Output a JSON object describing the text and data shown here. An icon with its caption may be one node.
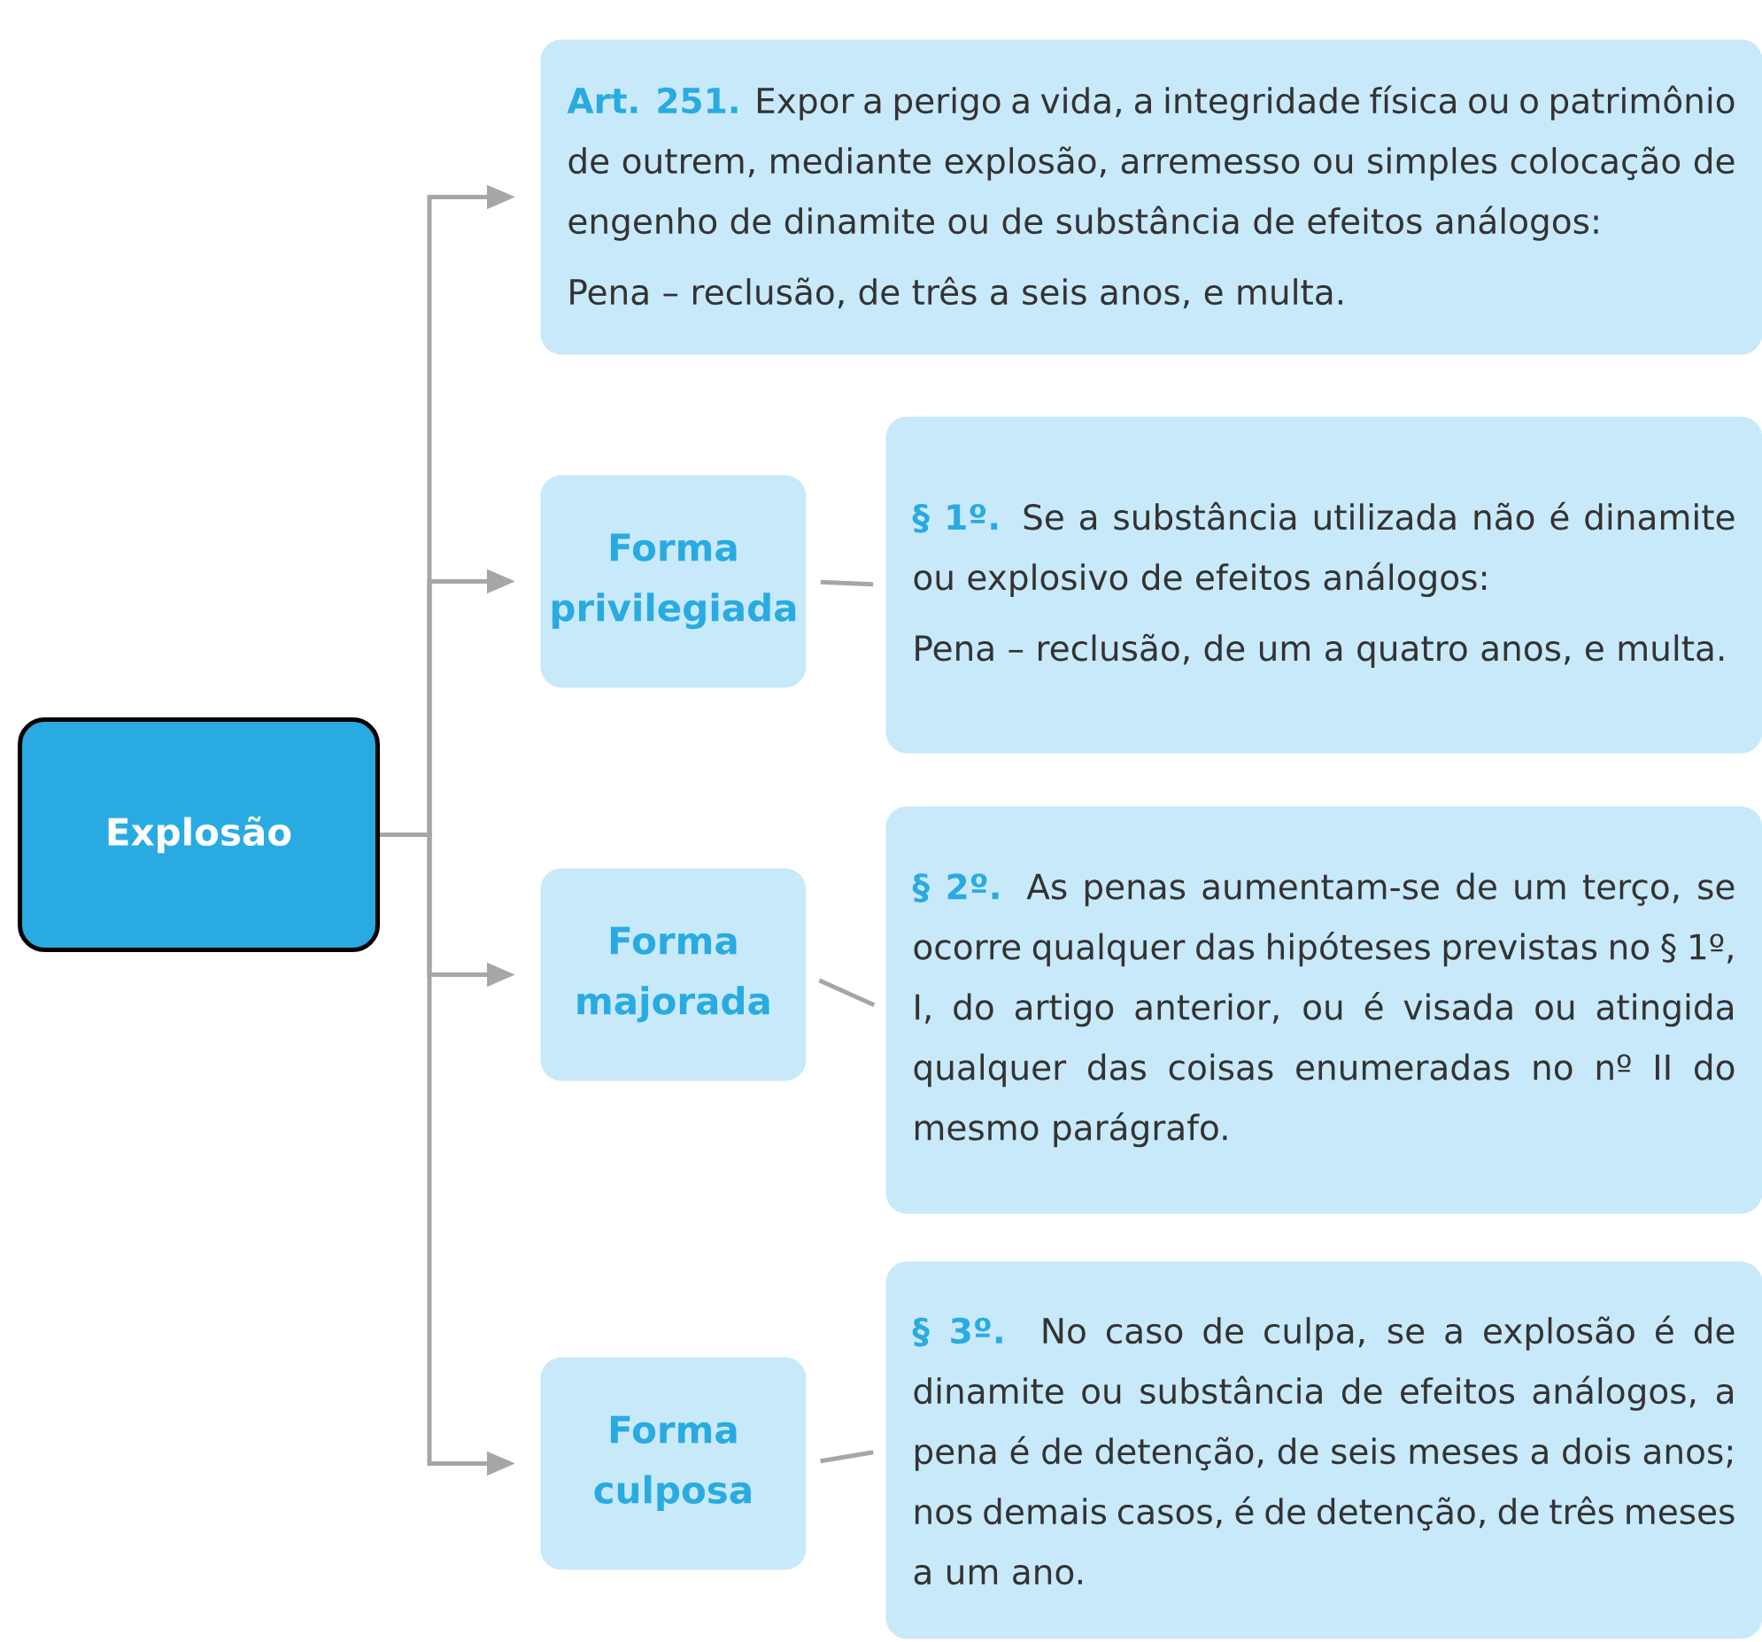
{
  "diagram": {
    "nodes": [
      {
        "text": [
          "Explosão"
        ]
      },
      {
        "text": [
          "Art. 251.",
          "Expor a perigo a vida, a integridade física ou o patrimônio de outrem, mediante explosão, arremesso ou simples colocação de engenho de dinamite ou de substância de efeitos análogos:",
          "Pena – reclusão, de três a seis anos, e multa."
        ]
      },
      {
        "text": [
          "Forma privilegiada"
        ]
      },
      {
        "text": [
          "§ 1º.",
          "Se a substância utilizada não é dinamite ou explosivo de efeitos análogos:",
          "Pena – reclusão, de um a quatro anos, e multa."
        ]
      },
      {
        "text": [
          "Forma majorada"
        ]
      },
      {
        "text": [
          "§ 2º.",
          "As penas aumentam-se de um terço, se ocorre qualquer das hipóteses previstas no § 1º, I, do artigo anterior, ou é visada ou atingida qualquer das coisas enumeradas no nº II do mesmo parágrafo."
        ]
      },
      {
        "text": [
          "Forma culposa"
        ]
      },
      {
        "text": [
          "§ 3º.",
          "No caso de culpa, se a explosão é de dinamite ou substância de efeitos análogos, a pena é de detenção, de seis meses a dois anos; nos demais casos, é de detenção, de três meses a um ano."
        ]
      }
    ],
    "edges": [
      {
        "from": 0,
        "to": 1,
        "arrow": "to"
      },
      {
        "from": 0,
        "to": 2,
        "arrow": "to"
      },
      {
        "from": 0,
        "to": 4,
        "arrow": "to"
      },
      {
        "from": 0,
        "to": 6,
        "arrow": "to"
      },
      {
        "from": 2,
        "to": 3,
        "arrow": "none"
      },
      {
        "from": 4,
        "to": 5,
        "arrow": "none"
      },
      {
        "from": 6,
        "to": 7,
        "arrow": "none"
      }
    ]
  }
}
